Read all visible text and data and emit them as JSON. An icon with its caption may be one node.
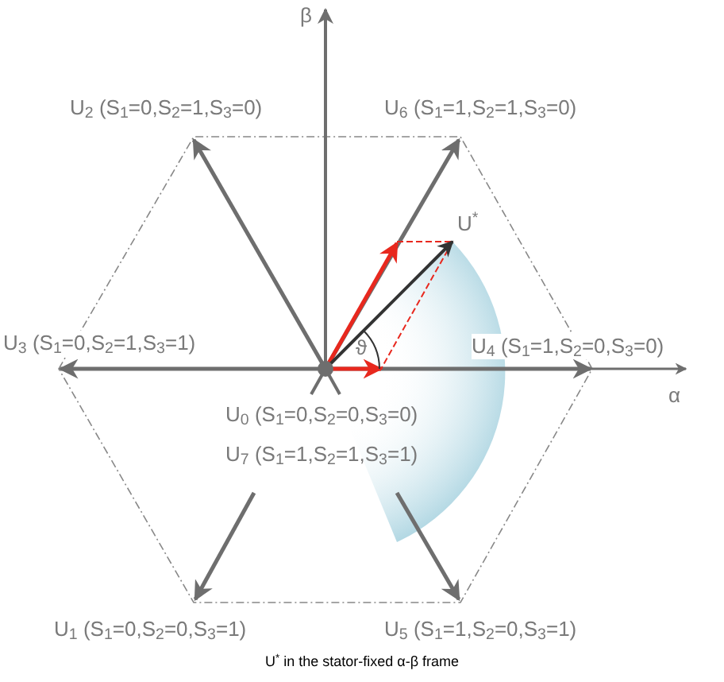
{
  "diagram": {
    "caption": "U$^{*}$ in the stator-fixed α-β frame",
    "labels": [
      "β",
      "U$_{2}$ (S$_{1}$=0,S$_{2}$=1,S$_{3}$=0)",
      "U$_{6}$ (S$_{1}$=1,S$_{2}$=1,S$_{3}$=0)",
      "U$^{*}$",
      "U$_{3}$ (S$_{1}$=0,S$_{2}$=1,S$_{3}$=1)",
      "ϑ",
      "U$_{4}$ (S$_{1}$=1,S$_{2}$=0,S$_{3}$=0)",
      "α",
      "U$_{0}$ (S$_{1}$=0,S$_{2}$=0,S$_{3}$=0)",
      "U$_{7}$ (S$_{1}$=1,S$_{2}$=1,S$_{3}$=1)",
      "U$_{1}$ (S$_{1}$=0,S$_{2}$=0,S$_{3}$=1)",
      "U$_{5}$ (S$_{1}$=1,S$_{2}$=0,S$_{3}$=1)"
    ]
  }
}
